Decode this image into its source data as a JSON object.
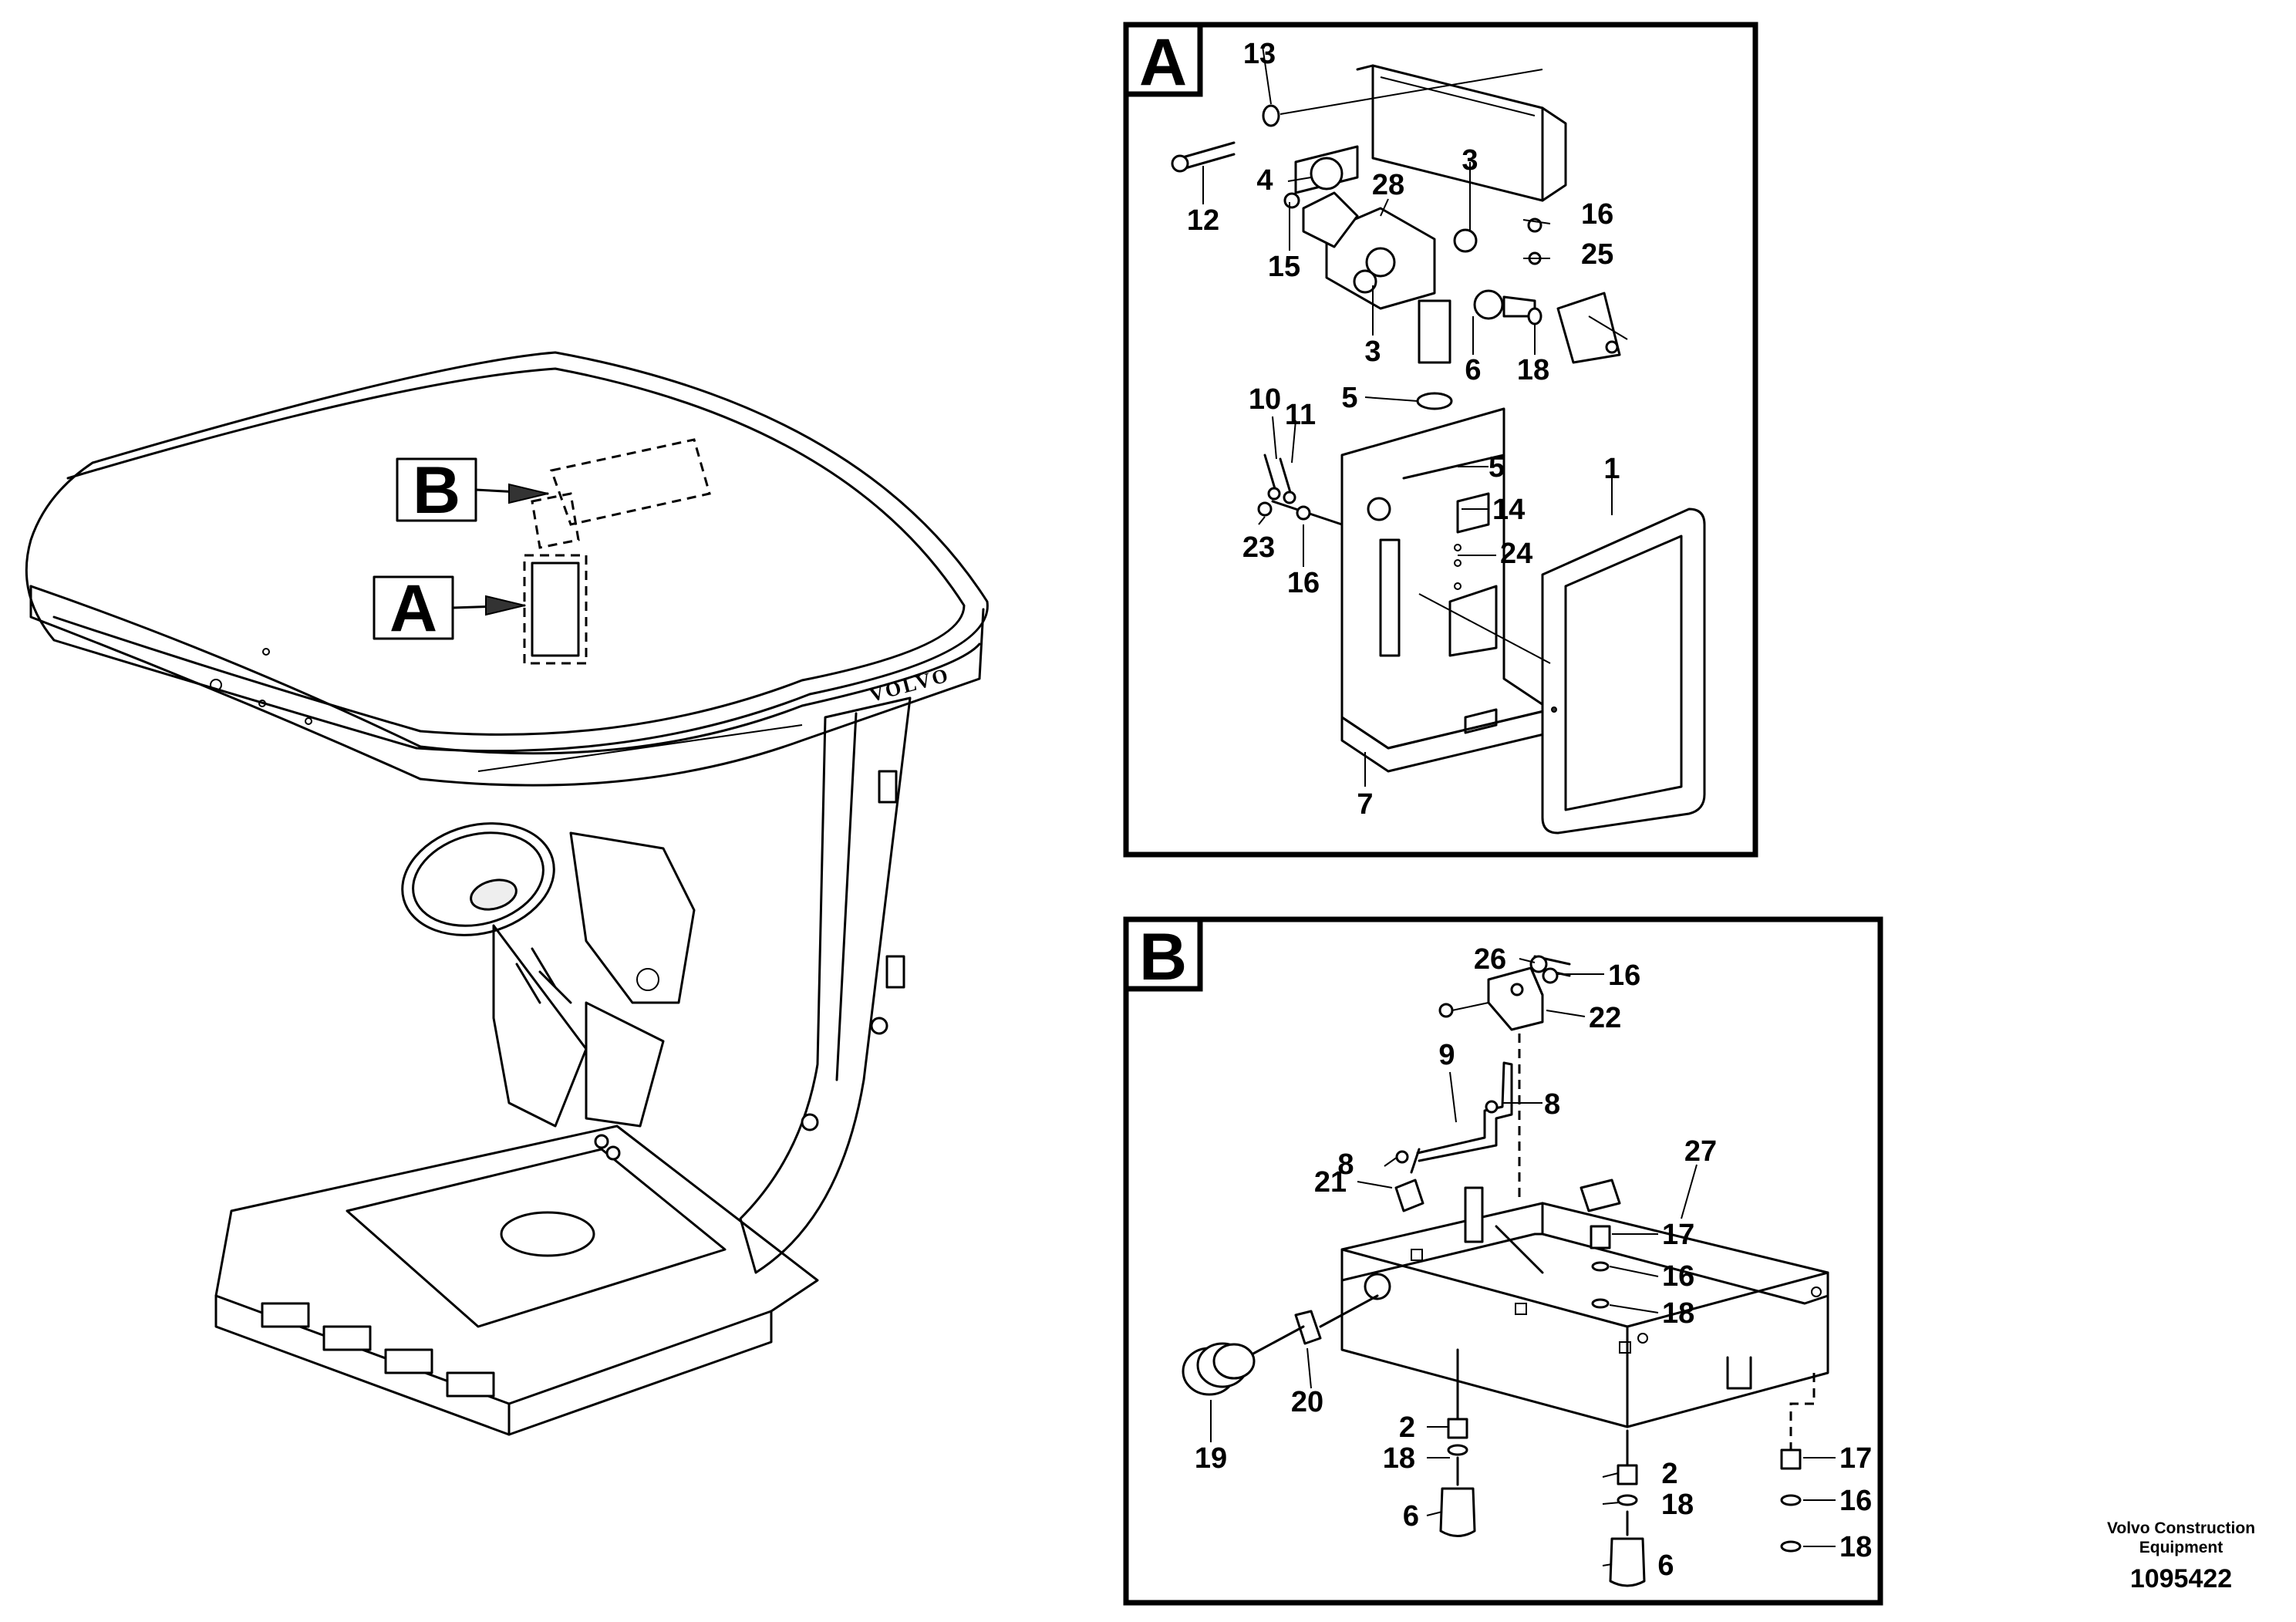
{
  "section_a": {
    "letter": "A"
  },
  "section_b": {
    "letter": "B"
  },
  "overview": {
    "label_a": "A",
    "label_b": "B",
    "brand": "VOLVO"
  },
  "callouts_a": {
    "c13": "13",
    "c12": "12",
    "c4": "4",
    "c15": "15",
    "c28": "28",
    "c3_top": "3",
    "c3_bottom": "3",
    "c16_top": "16",
    "c25": "25",
    "c6": "6",
    "c18": "18",
    "c10": "10",
    "c11": "11",
    "c5_top": "5",
    "c5_mid": "5",
    "c14": "14",
    "c1": "1",
    "c23": "23",
    "c16_left": "16",
    "c24": "24",
    "c7": "7"
  },
  "callouts_b": {
    "c26": "26",
    "c16_top": "16",
    "c22": "22",
    "c9": "9",
    "c8_right": "8",
    "c8_left": "8",
    "c21": "21",
    "c27": "27",
    "c17_mid": "17",
    "c16_mid": "16",
    "c18_mid": "18",
    "c20": "20",
    "c19": "19",
    "c2_left": "2",
    "c18_left": "18",
    "c6_left": "6",
    "c2_mid": "2",
    "c18_low": "18",
    "c6_mid": "6",
    "c17_right": "17",
    "c16_right": "16",
    "c18_right": "18"
  },
  "footer": {
    "company_line1": "Volvo Construction",
    "company_line2": "Equipment",
    "reference": "1095422"
  }
}
